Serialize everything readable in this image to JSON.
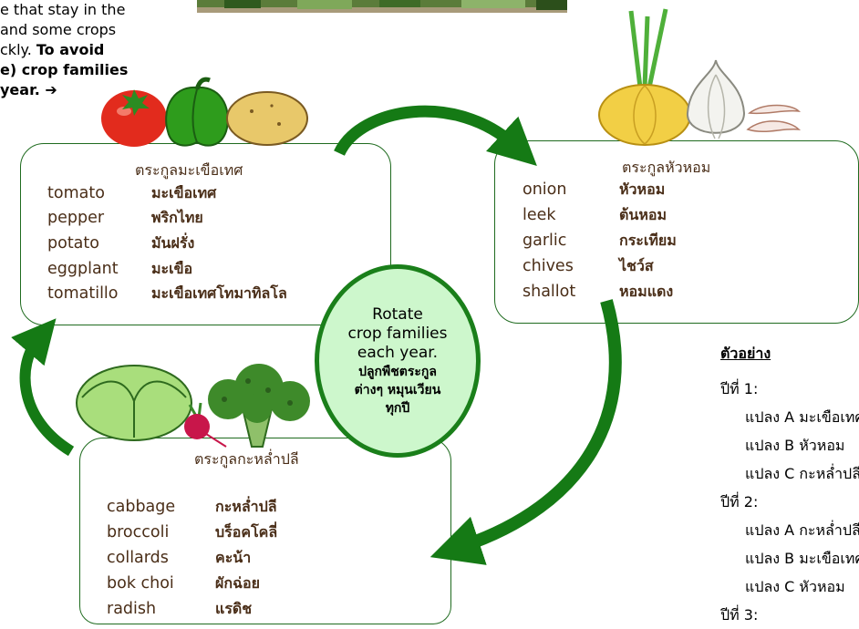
{
  "intro": {
    "lines": [
      {
        "text": "e that stay in the",
        "bold": false
      },
      {
        "text": "and some crops",
        "bold": false
      },
      {
        "text_a": "ckly. ",
        "text_b": "To avoid"
      },
      {
        "text": "e) crop families",
        "bold": true
      },
      {
        "text": "year.  ➔",
        "bold": true
      }
    ]
  },
  "families": {
    "solanaceae": {
      "title": "ตระกูลมะเขือเทศ",
      "items": [
        {
          "en": "tomato",
          "th": "มะเขือเทศ"
        },
        {
          "en": "pepper",
          "th": "พริกไทย"
        },
        {
          "en": "potato",
          "th": "มันฝรั่ง"
        },
        {
          "en": "eggplant",
          "th": "มะเขือ"
        },
        {
          "en": "tomatillo",
          "th": "มะเขือเทศโทมาทิลโล"
        }
      ]
    },
    "allium": {
      "title": "ตระกูลหัวหอม",
      "items": [
        {
          "en": "onion",
          "th": "หัวหอม"
        },
        {
          "en": "leek",
          "th": "ต้นหอม"
        },
        {
          "en": "garlic",
          "th": "กระเทียม"
        },
        {
          "en": "chives",
          "th": "ไชว์ส"
        },
        {
          "en": "shallot",
          "th": "หอมแดง"
        }
      ]
    },
    "brassica": {
      "title": "ตระกูลกะหล่ำปลี",
      "items": [
        {
          "en": "cabbage",
          "th": "กะหล่ำปลี"
        },
        {
          "en": "broccoli",
          "th": "บร็อคโคลี่"
        },
        {
          "en": "collards",
          "th": "คะน้า"
        },
        {
          "en": "bok choi",
          "th": "ผักฉ่อย"
        },
        {
          "en": "radish",
          "th": "แรดิช"
        }
      ]
    }
  },
  "center": {
    "en_lines": [
      "Rotate",
      "crop families",
      "each year."
    ],
    "th_lines": [
      "ปลูกพืชตระกูล",
      "ต่างๆ หมุนเวียน",
      "ทุกปี"
    ]
  },
  "example": {
    "title": "ตัวอย่าง",
    "lines": [
      {
        "text": "ปีที่ 1:",
        "indent": false
      },
      {
        "text": "แปลง A  มะเขือเทศ",
        "indent": true
      },
      {
        "text": "แปลง B  หัวหอม",
        "indent": true
      },
      {
        "text": "แปลง C  กะหล่ำปลี",
        "indent": true
      },
      {
        "text": "ปีที่ 2:",
        "indent": false
      },
      {
        "text": "แปลง A  กะหล่ำปลี",
        "indent": true
      },
      {
        "text": "แปลง B  มะเขือเทศ",
        "indent": true
      },
      {
        "text": "แปลง C  หัวหอม",
        "indent": true
      },
      {
        "text": "ปีที่ 3:",
        "indent": false
      }
    ]
  },
  "colors": {
    "box_border": "#1f6b1f",
    "arrow": "#157a15",
    "center_fill": "#cdf7cc",
    "text_brown": "#4a2e18"
  },
  "icons": [
    "tomato-icon",
    "bell-pepper-icon",
    "potato-icon",
    "onion-icon",
    "garlic-icon",
    "cabbage-icon",
    "radish-icon",
    "broccoli-icon",
    "garden-photo"
  ]
}
